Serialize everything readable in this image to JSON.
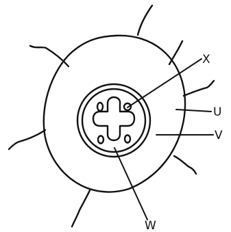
{
  "diagram": {
    "labels": {
      "x": "X",
      "u": "U",
      "v": "V",
      "w": "W"
    },
    "colors": {
      "ink": "#111111",
      "background": "#ffffff"
    }
  }
}
